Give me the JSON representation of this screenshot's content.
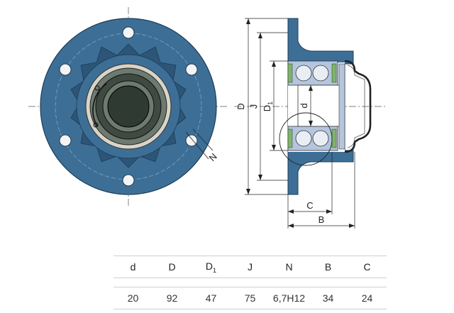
{
  "drawing": {
    "labels": {
      "D": "D",
      "J": "J",
      "D1_main": "D",
      "D1_sub": "1",
      "d": "d",
      "N": "N",
      "B": "B",
      "C": "C"
    },
    "colors": {
      "housing": "#3d6f96",
      "housing_dark": "#2c5577",
      "bearing_ring": "#b4c6de",
      "seal_green": "#7fb46a",
      "ball": "#e9eef5",
      "shaft_dark": "#2f3a33",
      "shaft_mid": "#6d7a70",
      "line": "#222222"
    }
  },
  "table": {
    "headers": [
      "d",
      "D",
      "D1",
      "J",
      "N",
      "B",
      "C"
    ],
    "values": [
      "20",
      "92",
      "47",
      "75",
      "6,7H12",
      "34",
      "24"
    ]
  }
}
